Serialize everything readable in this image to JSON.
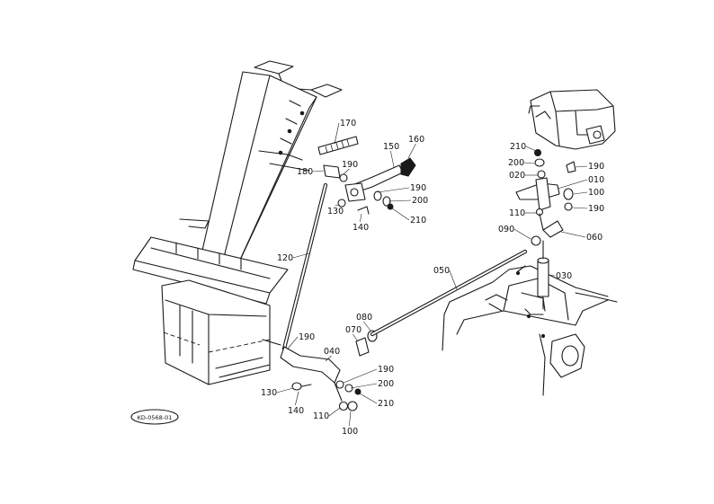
{
  "diagram": {
    "code_stamp": "KD-0568-01",
    "parts": [
      {
        "label": "170"
      },
      {
        "label": "150"
      },
      {
        "label": "160"
      },
      {
        "label": "190"
      },
      {
        "label": "180"
      },
      {
        "label": "190"
      },
      {
        "label": "200"
      },
      {
        "label": "130"
      },
      {
        "label": "210"
      },
      {
        "label": "140"
      },
      {
        "label": "120"
      },
      {
        "label": "050"
      },
      {
        "label": "080"
      },
      {
        "label": "070"
      },
      {
        "label": "190"
      },
      {
        "label": "040"
      },
      {
        "label": "190"
      },
      {
        "label": "200"
      },
      {
        "label": "130"
      },
      {
        "label": "210"
      },
      {
        "label": "140"
      },
      {
        "label": "110"
      },
      {
        "label": "100"
      },
      {
        "label": "210"
      },
      {
        "label": "200"
      },
      {
        "label": "020"
      },
      {
        "label": "190"
      },
      {
        "label": "010"
      },
      {
        "label": "100"
      },
      {
        "label": "190"
      },
      {
        "label": "110"
      },
      {
        "label": "090"
      },
      {
        "label": "060"
      },
      {
        "label": "030"
      }
    ]
  }
}
